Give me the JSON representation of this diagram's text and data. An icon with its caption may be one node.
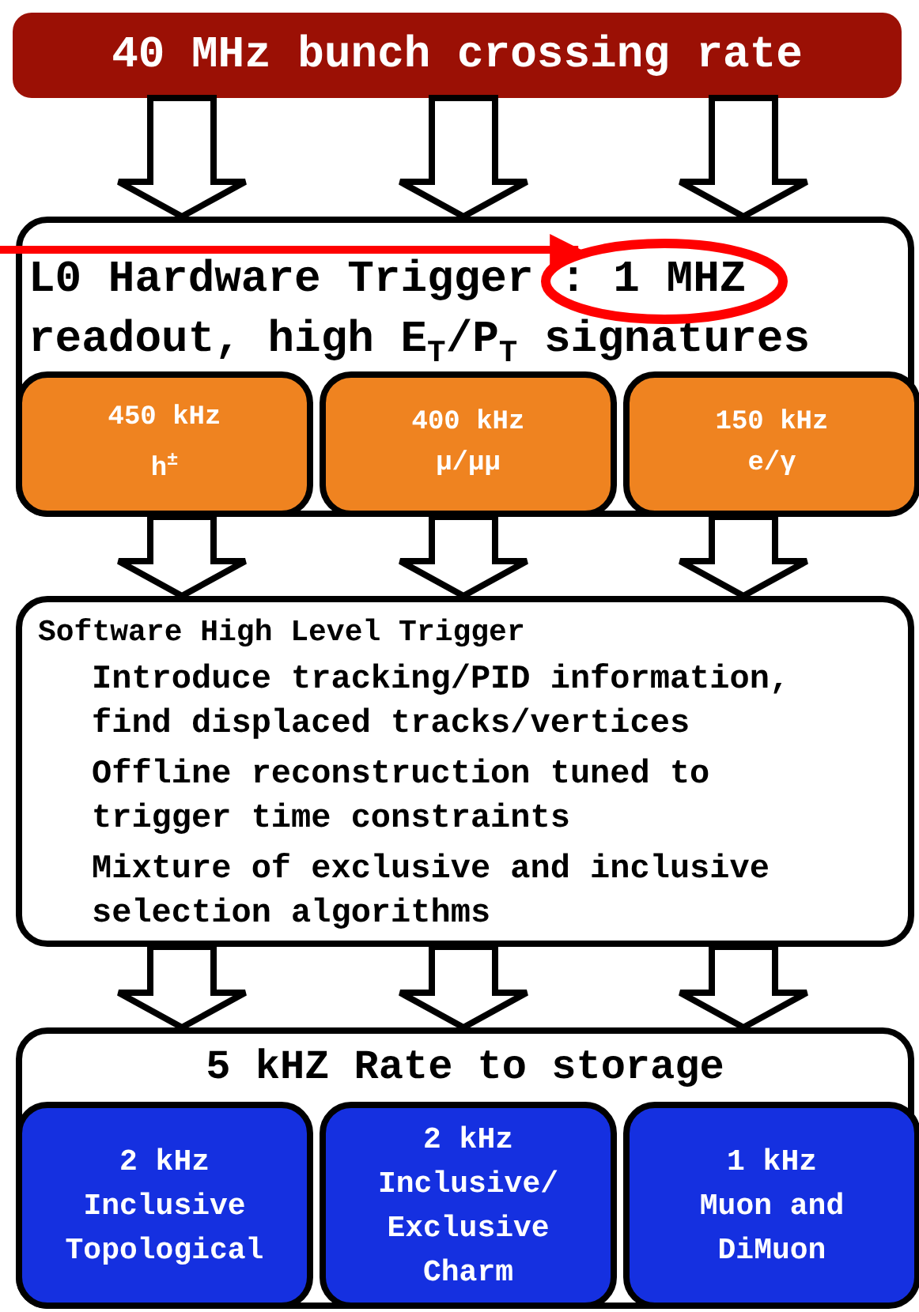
{
  "diagram": {
    "nodes": [
      {
        "text": [
          "40 MHz bunch crossing rate"
        ]
      },
      {
        "text": [
          "L0 Hardware Trigger : 1 MHZ readout, high E$_{T}$/P$_{T}$ signatures"
        ]
      },
      {
        "text": [
          "450 kHz",
          "h$^{±}$"
        ],
        "in": 1
      },
      {
        "text": [
          "400 kHz",
          "μ/μμ"
        ],
        "in": 1
      },
      {
        "text": [
          "150 kHz",
          "e/γ"
        ],
        "in": 1
      },
      {
        "text": [
          "Software High Level Trigger",
          "Introduce tracking/PID information, find displaced tracks/vertices",
          "Offline reconstruction tuned to trigger time constraints",
          "Mixture of exclusive and inclusive selection algorithms"
        ]
      },
      {
        "text": [
          "5 kHZ Rate to storage"
        ]
      },
      {
        "text": [
          "2 kHz",
          "Inclusive Topological"
        ],
        "in": 6
      },
      {
        "text": [
          "2 kHz",
          "Inclusive/ Exclusive Charm"
        ],
        "in": 6
      },
      {
        "text": [
          "1 kHz",
          "Muon and DiMuon"
        ],
        "in": 6
      },
      {
        "text": [],
        "shape": "ellipse",
        "in": 1
      }
    ],
    "edges": [
      {
        "from": 0,
        "to": 1,
        "arrow": "to"
      },
      {
        "from": 0,
        "to": 1,
        "arrow": "to"
      },
      {
        "from": 0,
        "to": 1,
        "arrow": "to"
      },
      {
        "from": 1,
        "to": 5,
        "arrow": "to"
      },
      {
        "from": 1,
        "to": 5,
        "arrow": "to"
      },
      {
        "from": 1,
        "to": 5,
        "arrow": "to"
      },
      {
        "from": 5,
        "to": 6,
        "arrow": "to"
      },
      {
        "from": 5,
        "to": 6,
        "arrow": "to"
      },
      {
        "from": 5,
        "to": 6,
        "arrow": "to"
      },
      {
        "from": null,
        "to": 10,
        "arrow": "to",
        "color": "#ff0000"
      }
    ]
  }
}
